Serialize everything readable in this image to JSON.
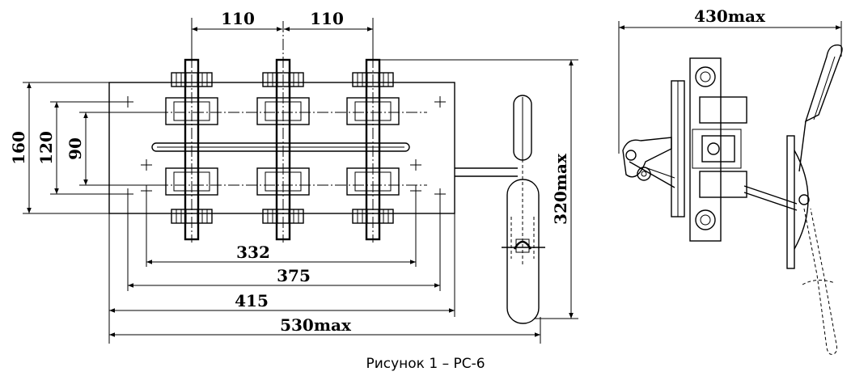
{
  "dimensions": {
    "pitch_left": "110",
    "pitch_right": "110",
    "d160": "160",
    "d120": "120",
    "d90": "90",
    "d332": "332",
    "d375": "375",
    "d415": "415",
    "d530": "530max",
    "d320": "320max",
    "d430": "430max"
  },
  "caption": "Рисунок 1 –  РС-6"
}
